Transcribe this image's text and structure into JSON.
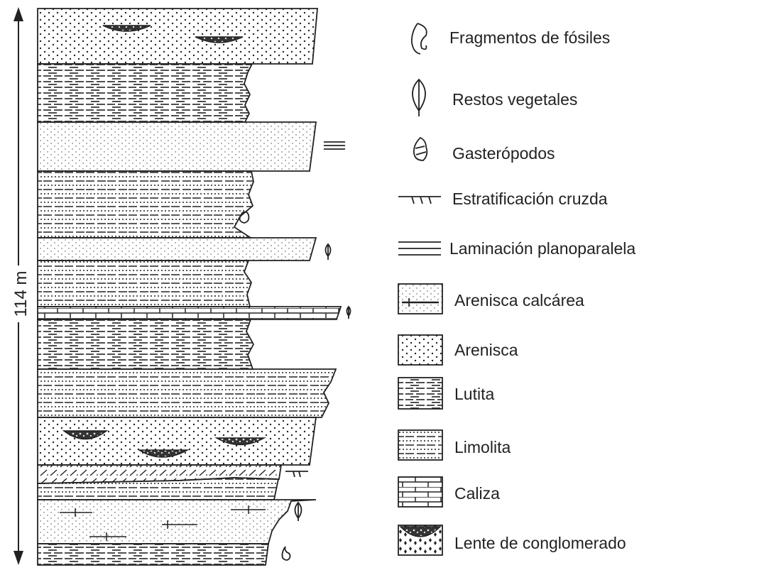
{
  "scale": {
    "thickness_label": "114 m"
  },
  "legend": {
    "fossil_fragments": "Fragmentos de fósiles",
    "plant_remains": "Restos vegetales",
    "gastropods": "Gasterópodos",
    "cross_stratification": "Estratificación cruzda",
    "planar_lamination": "Laminación planoparalela",
    "calcareous_sandstone": "Arenisca calcárea",
    "sandstone": "Arenisca",
    "shale": "Lutita",
    "siltstone": "Limolita",
    "limestone": "Caliza",
    "conglomerate_lens": "Lente de conglomerado"
  },
  "colors": {
    "ink": "#222222",
    "conglomerate": "#333333",
    "background": "#ffffff"
  }
}
